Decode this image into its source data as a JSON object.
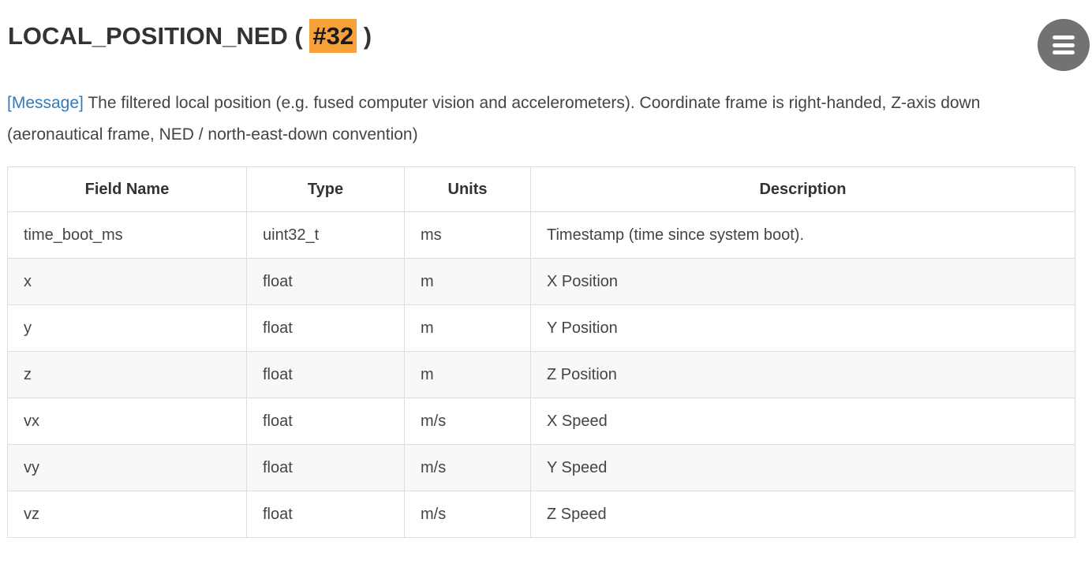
{
  "heading": {
    "prefix": "LOCAL_POSITION_NED (",
    "msg_id": "#32",
    "suffix": ")"
  },
  "menu": {
    "icon": "hamburger-menu"
  },
  "description": {
    "link_label": "[Message]",
    "text": "The filtered local position (e.g. fused computer vision and accelerometers). Coordinate frame is right-handed, Z-axis down (aeronautical frame, NED / north-east-down convention)"
  },
  "table": {
    "headers": [
      "Field Name",
      "Type",
      "Units",
      "Description"
    ],
    "rows": [
      {
        "field": "time_boot_ms",
        "type": "uint32_t",
        "units": "ms",
        "description": "Timestamp (time since system boot)."
      },
      {
        "field": "x",
        "type": "float",
        "units": "m",
        "description": "X Position"
      },
      {
        "field": "y",
        "type": "float",
        "units": "m",
        "description": "Y Position"
      },
      {
        "field": "z",
        "type": "float",
        "units": "m",
        "description": "Z Position"
      },
      {
        "field": "vx",
        "type": "float",
        "units": "m/s",
        "description": "X Speed"
      },
      {
        "field": "vy",
        "type": "float",
        "units": "m/s",
        "description": "Y Speed"
      },
      {
        "field": "vz",
        "type": "float",
        "units": "m/s",
        "description": "Z Speed"
      }
    ]
  },
  "colors": {
    "highlight_orange": "#F7A13B",
    "link_blue": "#337AB7",
    "menu_button_gray": "#727272",
    "table_border": "#DDDDDD",
    "row_stripe": "#F8F8F8"
  }
}
